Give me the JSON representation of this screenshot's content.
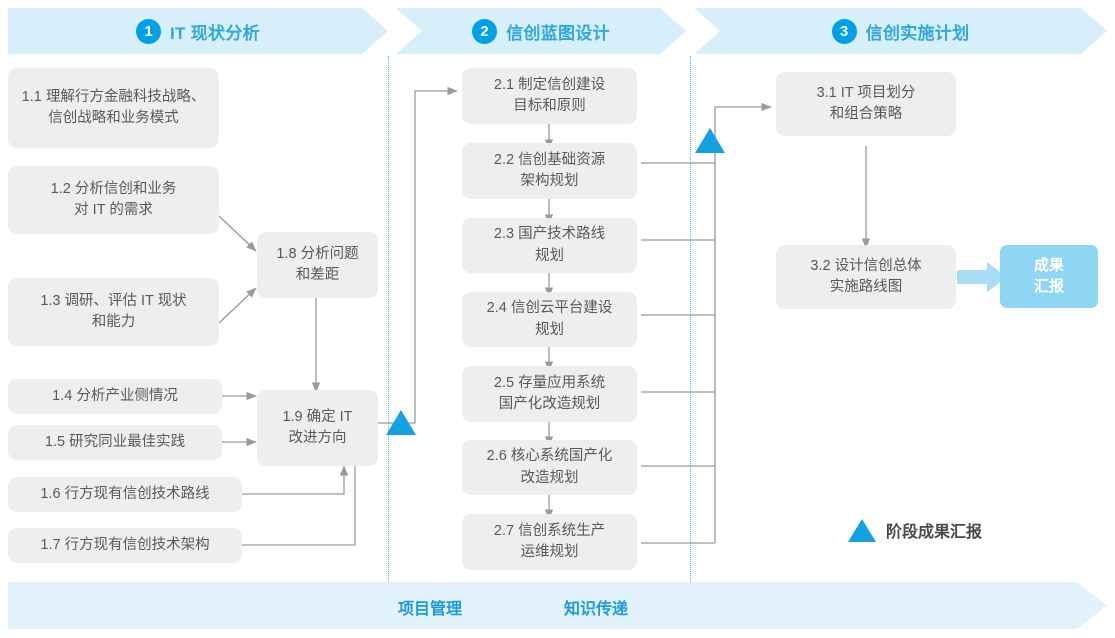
{
  "header": {
    "phases": [
      {
        "num": "1",
        "label": "IT 现状分析"
      },
      {
        "num": "2",
        "label": "信创蓝图设计"
      },
      {
        "num": "3",
        "label": "信创实施计划"
      }
    ]
  },
  "footer": {
    "labels": [
      "项目管理",
      "知识传递"
    ]
  },
  "legend": {
    "label": "阶段成果汇报"
  },
  "result": {
    "label": "成果\n汇报"
  },
  "phase1": {
    "boxes": [
      {
        "id": "1.1",
        "text": "1.1 理解行方金融科技战略、\n信创战略和业务模式"
      },
      {
        "id": "1.2",
        "text": "1.2 分析信创和业务\n对 IT 的需求"
      },
      {
        "id": "1.3",
        "text": "1.3 调研、评估 IT 现状\n和能力"
      },
      {
        "id": "1.4",
        "text": "1.4 分析产业侧情况"
      },
      {
        "id": "1.5",
        "text": "1.5 研究同业最佳实践"
      },
      {
        "id": "1.6",
        "text": "1.6 行方现有信创技术路线"
      },
      {
        "id": "1.7",
        "text": "1.7 行方现有信创技术架构"
      },
      {
        "id": "1.8",
        "text": "1.8 分析问题\n和差距"
      },
      {
        "id": "1.9",
        "text": "1.9 确定 IT\n改进方向"
      }
    ]
  },
  "phase2": {
    "boxes": [
      {
        "id": "2.1",
        "text": "2.1 制定信创建设\n目标和原则"
      },
      {
        "id": "2.2",
        "text": "2.2 信创基础资源\n架构规划"
      },
      {
        "id": "2.3",
        "text": "2.3 国产技术路线\n规划"
      },
      {
        "id": "2.4",
        "text": "2.4 信创云平台建设\n规划"
      },
      {
        "id": "2.5",
        "text": "2.5 存量应用系统\n国产化改造规划"
      },
      {
        "id": "2.6",
        "text": "2.6 核心系统国产化\n改造规划"
      },
      {
        "id": "2.7",
        "text": "2.7 信创系统生产\n运维规划"
      }
    ]
  },
  "phase3": {
    "boxes": [
      {
        "id": "3.1",
        "text": "3.1 IT 项目划分\n和组合策略"
      },
      {
        "id": "3.2",
        "text": "3.2 设计信创总体\n实施路线图"
      }
    ]
  },
  "colors": {
    "accent": "#00a0e9",
    "ribbon": "#d7eefb",
    "footer_ribbon": "#e3f3fb",
    "box_fill": "#eeeeee",
    "box_text": "#595959",
    "chip_fill": "#8fd5f4",
    "wire": "#9a9a9a",
    "divider": "#49b6e6"
  }
}
